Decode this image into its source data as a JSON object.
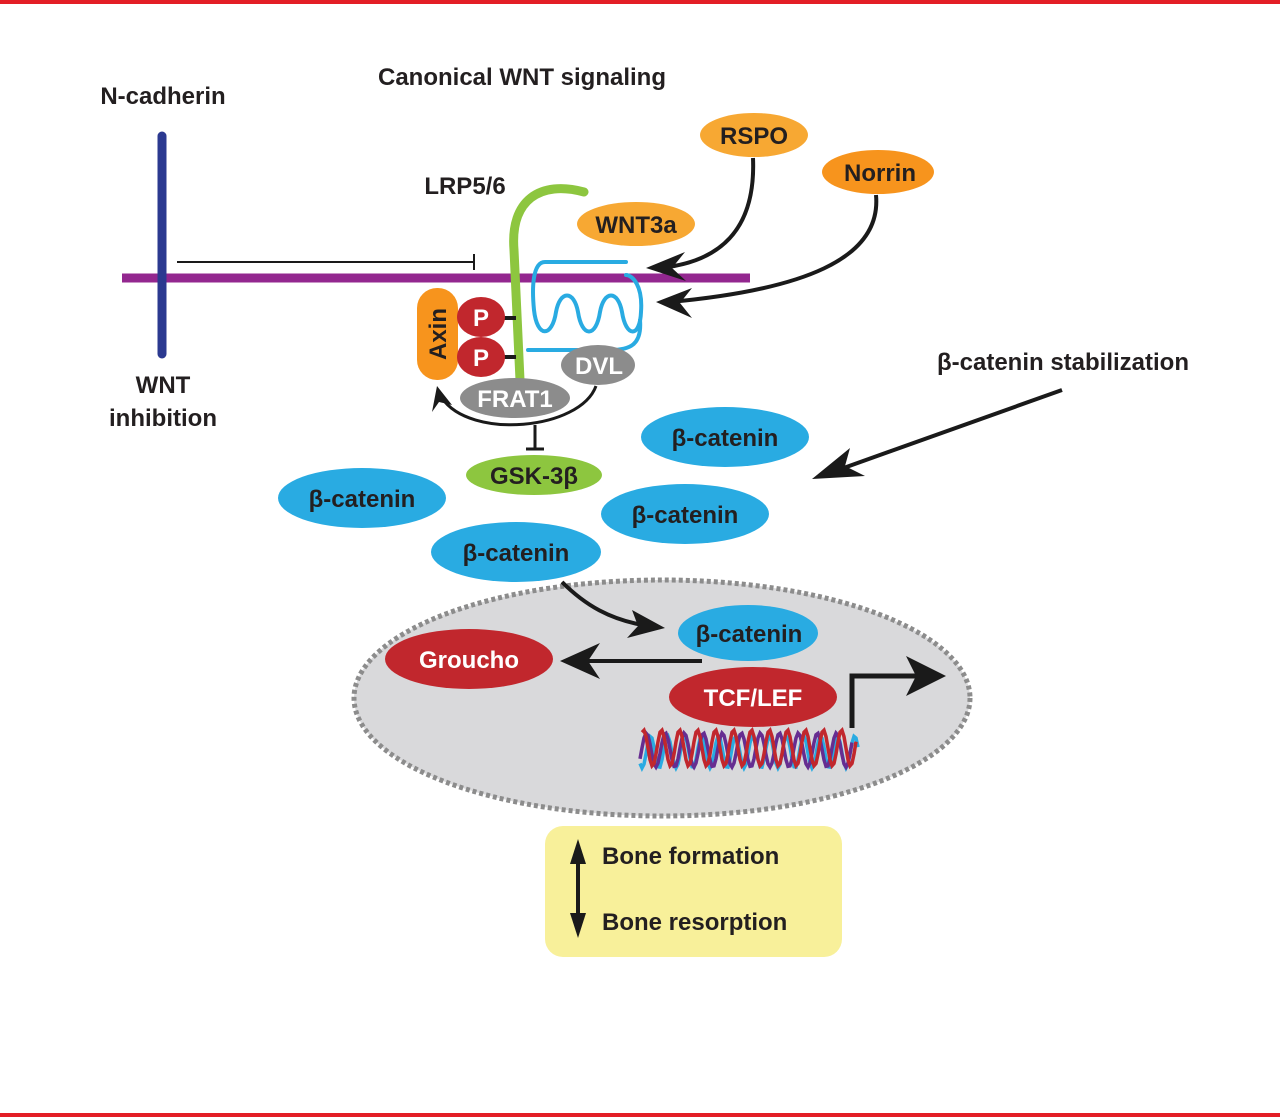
{
  "title": "Canonical WNT signaling",
  "labels": {
    "n_cadherin": "N-cadherin",
    "wnt_inhibition_line1": "WNT",
    "wnt_inhibition_line2": "inhibition",
    "lrp": "LRP5/6",
    "stabilization": "β-catenin stabilization"
  },
  "ligands": {
    "wnt3a": "WNT3a",
    "rspo": "RSPO",
    "norrin": "Norrin"
  },
  "complex": {
    "axin": "Axin",
    "p1": "P",
    "p2": "P",
    "dvl": "DVL",
    "frat1": "FRAT1",
    "gsk3b": "GSK-3β"
  },
  "cytoplasm": {
    "beta_catenin": [
      "β-catenin",
      "β-catenin",
      "β-catenin",
      "β-catenin"
    ]
  },
  "nucleus": {
    "beta_catenin": "β-catenin",
    "groucho": "Groucho",
    "tcf_lef": "TCF/LEF"
  },
  "outcome": {
    "line1": "Bone formation",
    "line2": "Bone resorption"
  },
  "colors": {
    "frame_red": "#e31e26",
    "membrane_purple": "#93278f",
    "ncadherin_blue": "#2b3990",
    "lrp_green": "#8dc63f",
    "frizzled_blue": "#29abe2",
    "ligand_orange": "#f7a833",
    "norrin_orange": "#f7941d",
    "axin_orange": "#f7941d",
    "phospho_red": "#c1272d",
    "gray_protein": "#8c8c8c",
    "gsk_green": "#8dc63f",
    "catenin_blue": "#29abe2",
    "nucleus_gray": "#d9d9db",
    "outcome_yellow": "#f8f09a"
  }
}
